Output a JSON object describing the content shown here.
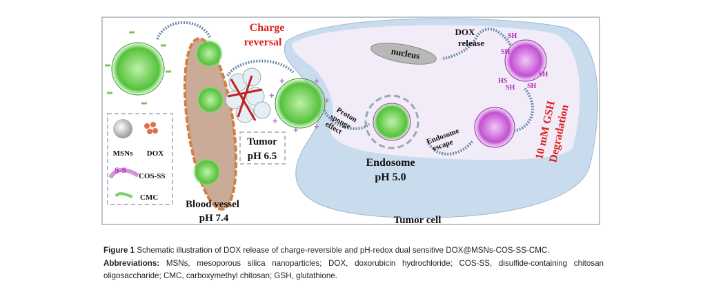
{
  "figure": {
    "labels": {
      "charge_reversal_1": "Charge",
      "charge_reversal_2": "reversal",
      "tumor": "Tumor",
      "tumor_ph": "pH 6.5",
      "blood_vessel": "Blood vessel",
      "blood_vessel_ph": "pH 7.4",
      "nucleus": "nucleus",
      "dox_release_1": "DOX",
      "dox_release_2": "release",
      "proton_1": "Proton",
      "proton_2": "sponge",
      "proton_3": "effect",
      "endosome": "Endosome",
      "endosome_ph": "pH 5.0",
      "escape_1": "Endosome",
      "escape_2": "escape",
      "gsh_1": "10 mM GSH",
      "gsh_2": "Degradation",
      "tumor_cell": "Tumor cell",
      "sh_labels": [
        "SH",
        "SH",
        "SH",
        "HS",
        "SH",
        "SH"
      ]
    },
    "legend": {
      "msns": "MSNs",
      "dox": "DOX",
      "ss": "S-S",
      "cos_ss": "COS-SS",
      "cmc": "CMC"
    },
    "colors": {
      "red": "#e02020",
      "green": "#5cc84a",
      "purple": "#b43cc8",
      "cell": "#c9dced",
      "cytoplasm": "#f1ecf7"
    }
  },
  "caption": {
    "figure_label": "Figure 1",
    "figure_text": "Schematic illustration of DOX release of charge-reversible and pH-redox dual sensitive DOX@MSNs-COS-SS-CMC.",
    "abbrev_label": "Abbreviations:",
    "abbrev_text": "MSNs, mesoporous silica nanoparticles; DOX, doxorubicin hydrochloride; COS-SS, disulfide-containing chitosan oligosaccharide; CMC, carboxymethyl chitosan; GSH, glutathione."
  }
}
